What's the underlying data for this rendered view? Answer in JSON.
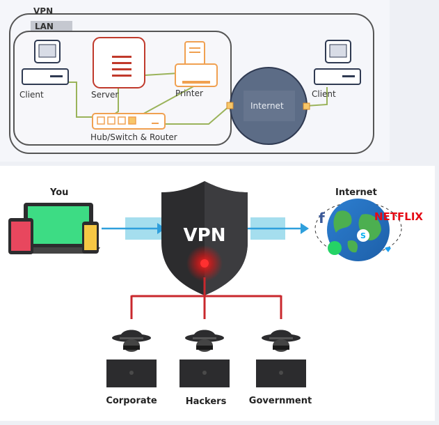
{
  "network": {
    "vpn_label": "VPN",
    "lan_label": "LAN",
    "client_left": "Client",
    "server": "Server",
    "printer": "Printer",
    "hub": "Hub/Switch & Router",
    "internet": "Internet",
    "client_right": "Client"
  },
  "vpn_flow": {
    "you": "You",
    "vpn": "VPN",
    "internet": "Internet",
    "netflix": "NETFLIX",
    "threats": [
      "Corporate",
      "Hackers",
      "Government"
    ]
  },
  "colors": {
    "orange": "#f0a050",
    "green_line": "#9ab35a",
    "internet_circle": "#5c6c86",
    "shield": "#2c2c2e",
    "red_line": "#c9282d",
    "arrow_blue": "#2f9fdc",
    "netflix_red": "#e50914"
  }
}
